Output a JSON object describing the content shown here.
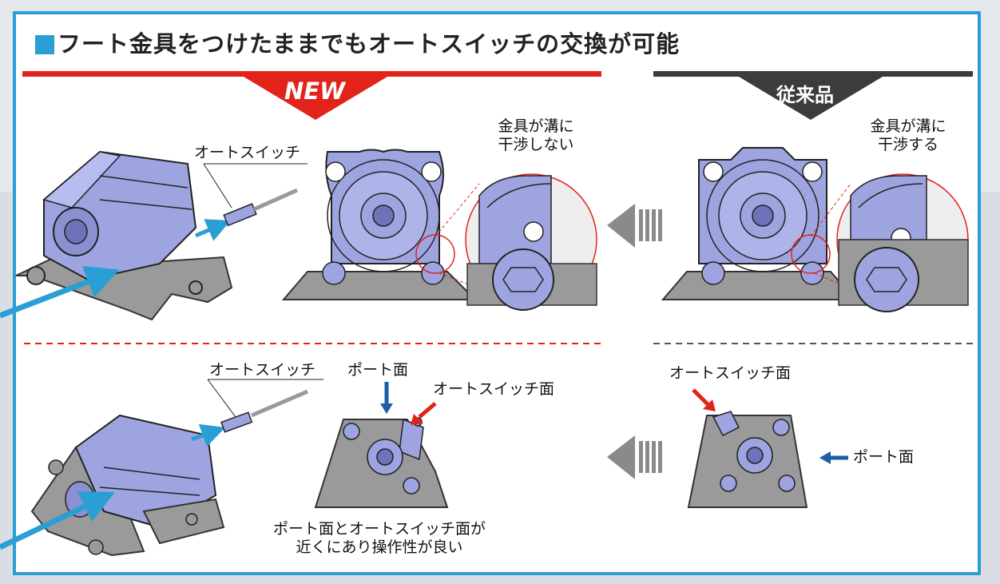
{
  "title": "■フート金具をつけたままでもオートスイッチの交換が可能",
  "title_text": "フート金具をつけたままでもオートスイッチの交換が可能",
  "colors": {
    "accent_blue": "#2a9fd6",
    "new_red": "#e2231a",
    "conventional_gray": "#3c3c3c",
    "part_lavender": "#9ea4e0",
    "bracket_gray": "#9a9a9a",
    "arrow_blue": "#1a5ea8"
  },
  "banners": {
    "new": "NEW",
    "conventional": "従来品"
  },
  "top_row": {
    "new_auto_switch_label": "オートスイッチ",
    "new_callout": [
      "金具が溝に",
      "干渉しない"
    ],
    "conventional_callout": [
      "金具が溝に",
      "干渉する"
    ]
  },
  "bottom_row": {
    "new_auto_switch_label": "オートスイッチ",
    "new_port_face": "ポート面",
    "new_switch_face": "オートスイッチ面",
    "new_note": [
      "ポート面とオートスイッチ面が",
      "近くにあり操作性が良い"
    ],
    "conventional_switch_face": "オートスイッチ面",
    "conventional_port_face": "ポート面"
  },
  "icons": [
    "comparison-arrow-icon",
    "blue-pointer-arrow-icon",
    "red-pointer-arrow-icon"
  ]
}
